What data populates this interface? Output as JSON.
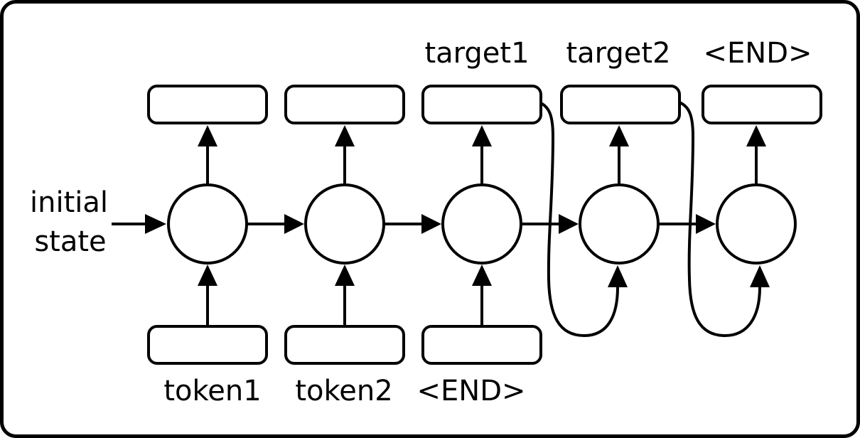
{
  "figure": {
    "colors": {
      "stroke": "#000000",
      "background": "#ffffff"
    },
    "left_label": {
      "line1": "initial",
      "line2": "state"
    },
    "output_labels": [
      "target1",
      "target2",
      "<END>"
    ],
    "input_labels": [
      "token1",
      "token2",
      "<END>"
    ]
  }
}
